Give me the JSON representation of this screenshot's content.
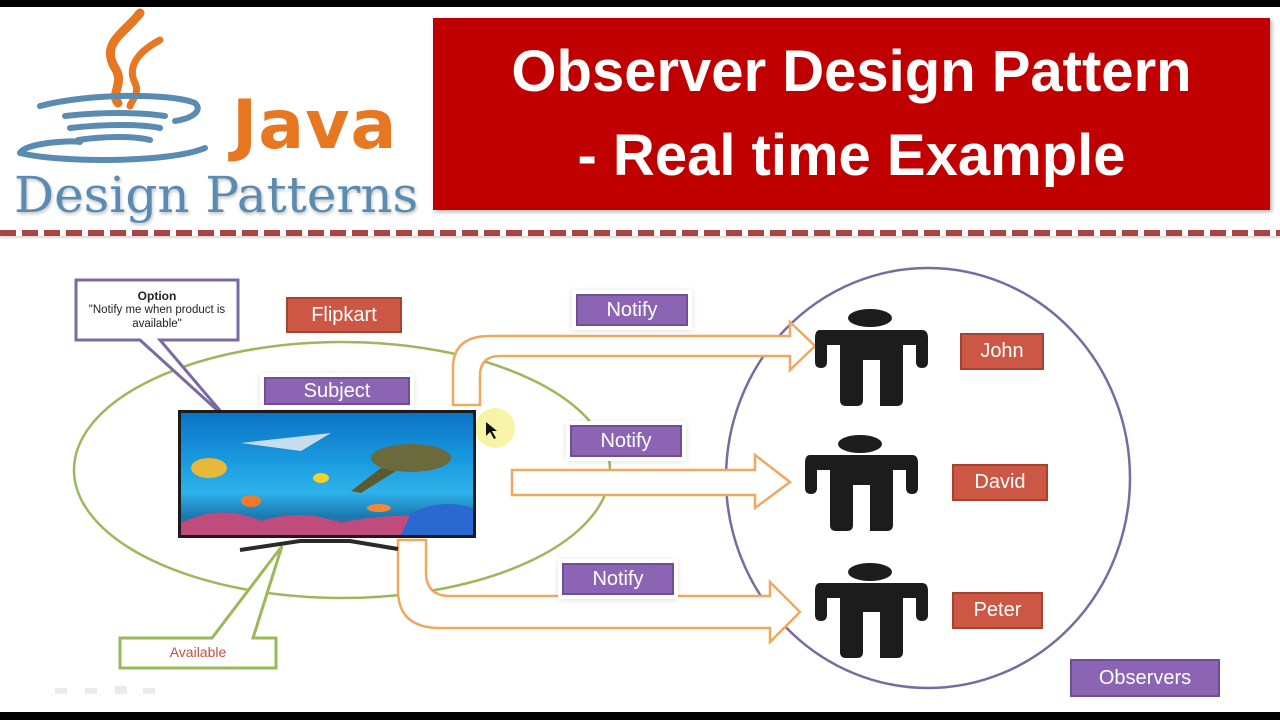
{
  "header": {
    "logo": {
      "brand": "Java",
      "subtitle": "Design Patterns",
      "icon": "java-coffee-cup-icon"
    },
    "title_lines": [
      "Observer Design Pattern",
      "- Real time Example"
    ],
    "colors": {
      "title_bg": "#c00000",
      "divider": "#a84545",
      "java_orange": "#e87722",
      "logo_blue": "#5a8bb0"
    }
  },
  "diagram": {
    "store_label": "Flipkart",
    "subject_label": "Subject",
    "subject_image": "tv-with-aquarium-screen",
    "option_callout": {
      "heading": "Option",
      "text": "\"Notify me when product is available\""
    },
    "available_callout": "Available",
    "notify_labels": [
      "Notify",
      "Notify",
      "Notify"
    ],
    "observers": [
      {
        "name": "John",
        "icon": "person-icon"
      },
      {
        "name": "David",
        "icon": "person-icon"
      },
      {
        "name": "Peter",
        "icon": "person-icon"
      }
    ],
    "observers_label": "Observers",
    "colors": {
      "purple_label": "#8b65b3",
      "red_label": "#cc5744",
      "arrow_orange": "#f0a860",
      "subject_ellipse": "#9bb85a",
      "observer_ellipse": "#7a6aa0"
    }
  }
}
